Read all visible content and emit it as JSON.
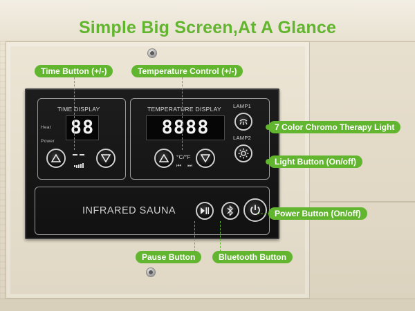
{
  "title": "Simple Big Screen,At A Glance",
  "panel": {
    "time_display_label": "TIME DISPLAY",
    "time_value": "88",
    "heat_label": "Heat",
    "power_label": "Power",
    "temp_display_label": "TEMPERATURE  DISPLAY",
    "temp_value": "8888",
    "unit_label": "°C/°F",
    "prev_label": "⏮",
    "next_label": "⏭",
    "lamp1_label": "LAMP1",
    "lamp2_label": "LAMP2",
    "brand_label": "INFRARED SAUNA"
  },
  "callouts": {
    "time_button": "Time Button (+/-)",
    "temperature_control": "Temperature Control (+/-)",
    "chromo_light": "7 Color Chromo Therapy Light",
    "light_button": "Light Button (On/off)",
    "power_button": "Power Button (On/off)",
    "pause_button": "Pause Button",
    "bluetooth_button": "Bluetooth Button"
  },
  "colors": {
    "accent": "#62b52f",
    "panel": "#111111"
  },
  "icons": {
    "up": "triangle-up-icon",
    "down": "triangle-down-icon",
    "lamp1": "rays-lamp-icon",
    "lamp2": "sun-icon",
    "pause": "play-pause-icon",
    "bluetooth": "bluetooth-icon",
    "power": "power-icon"
  }
}
